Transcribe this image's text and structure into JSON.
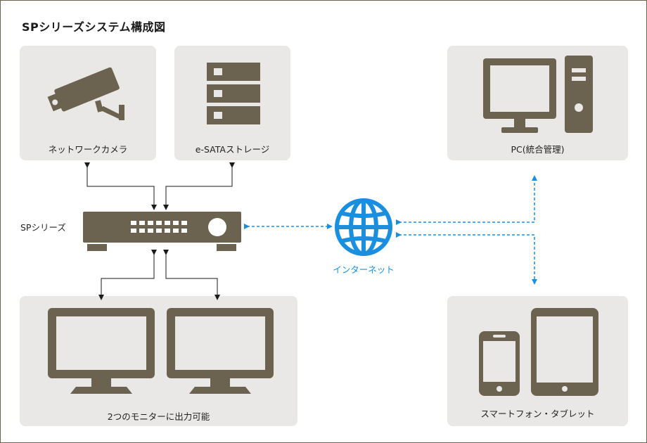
{
  "title": "SPシリーズシステム構成図",
  "nodes": {
    "camera": "ネットワークカメラ",
    "storage": "e-SATAストレージ",
    "pc": "PC(統合管理)",
    "recorder": "SPシリーズ",
    "internet": "インターネット",
    "monitors": "2つのモニターに出力可能",
    "mobile": "スマートフォン・タブレット"
  },
  "colors": {
    "device": "#6b6350",
    "panel": "#e9e8e6",
    "network": "#1a8fe0"
  }
}
